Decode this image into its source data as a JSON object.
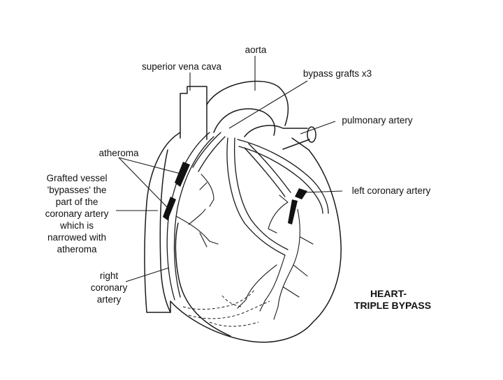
{
  "labels": {
    "aorta": "aorta",
    "superior_vena_cava": "superior vena cava",
    "bypass_grafts": "bypass grafts x3",
    "pulmonary_artery": "pulmonary artery",
    "atheroma": "atheroma",
    "grafted_vessel": [
      "Grafted vessel",
      "'bypasses' the",
      "part of the",
      "coronary artery",
      "which is",
      "narrowed with",
      "atheroma"
    ],
    "left_coronary_artery": "left coronary artery",
    "right_coronary_artery": [
      "right",
      "coronary",
      "artery"
    ]
  },
  "title": [
    "HEART-",
    "TRIPLE BYPASS"
  ]
}
